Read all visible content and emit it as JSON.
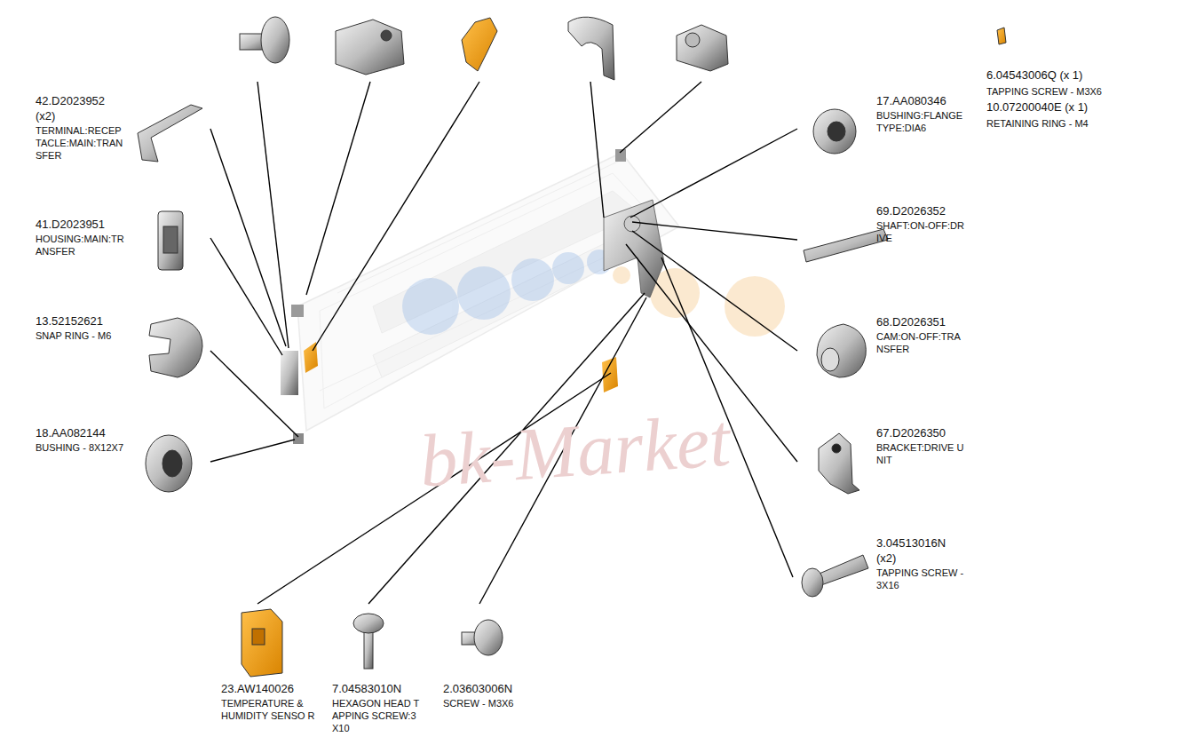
{
  "diagram": {
    "labels": [
      "6.04543006Q (x 1)",
      "TAPPING SCREW - M3X6",
      "10.07200040E (x 1)",
      "RETAINING RING - M4",
      "42.D2023952",
      "(x2)",
      "TERMINAL:RECEP TACLE:MAIN:TRAN SFER",
      "41.D2023951",
      "HOUSING:MAIN:TR ANSFER",
      "13.52152621",
      "SNAP RING - M6",
      "18.AA082144",
      "BUSHING - 8X12X7",
      "17.AA080346",
      "BUSHING:FLANGE TYPE:DIA6",
      "69.D2026352",
      "SHAFT:ON-OFF:DR IVE",
      "68.D2026351",
      "CAM:ON-OFF:TRA NSFER",
      "67.D2026350",
      "BRACKET:DRIVE U NIT",
      "3.04513016N",
      "(x2)",
      "TAPPING SCREW - 3X16",
      "23.AW140026",
      "TEMPERATURE & HUMIDITY SENSO R",
      "7.04583010N",
      "HEXAGON HEAD T APPING SCREW:3 X10",
      "2.03603006N",
      "SCREW - M3X6",
      "bk-Market"
    ]
  }
}
